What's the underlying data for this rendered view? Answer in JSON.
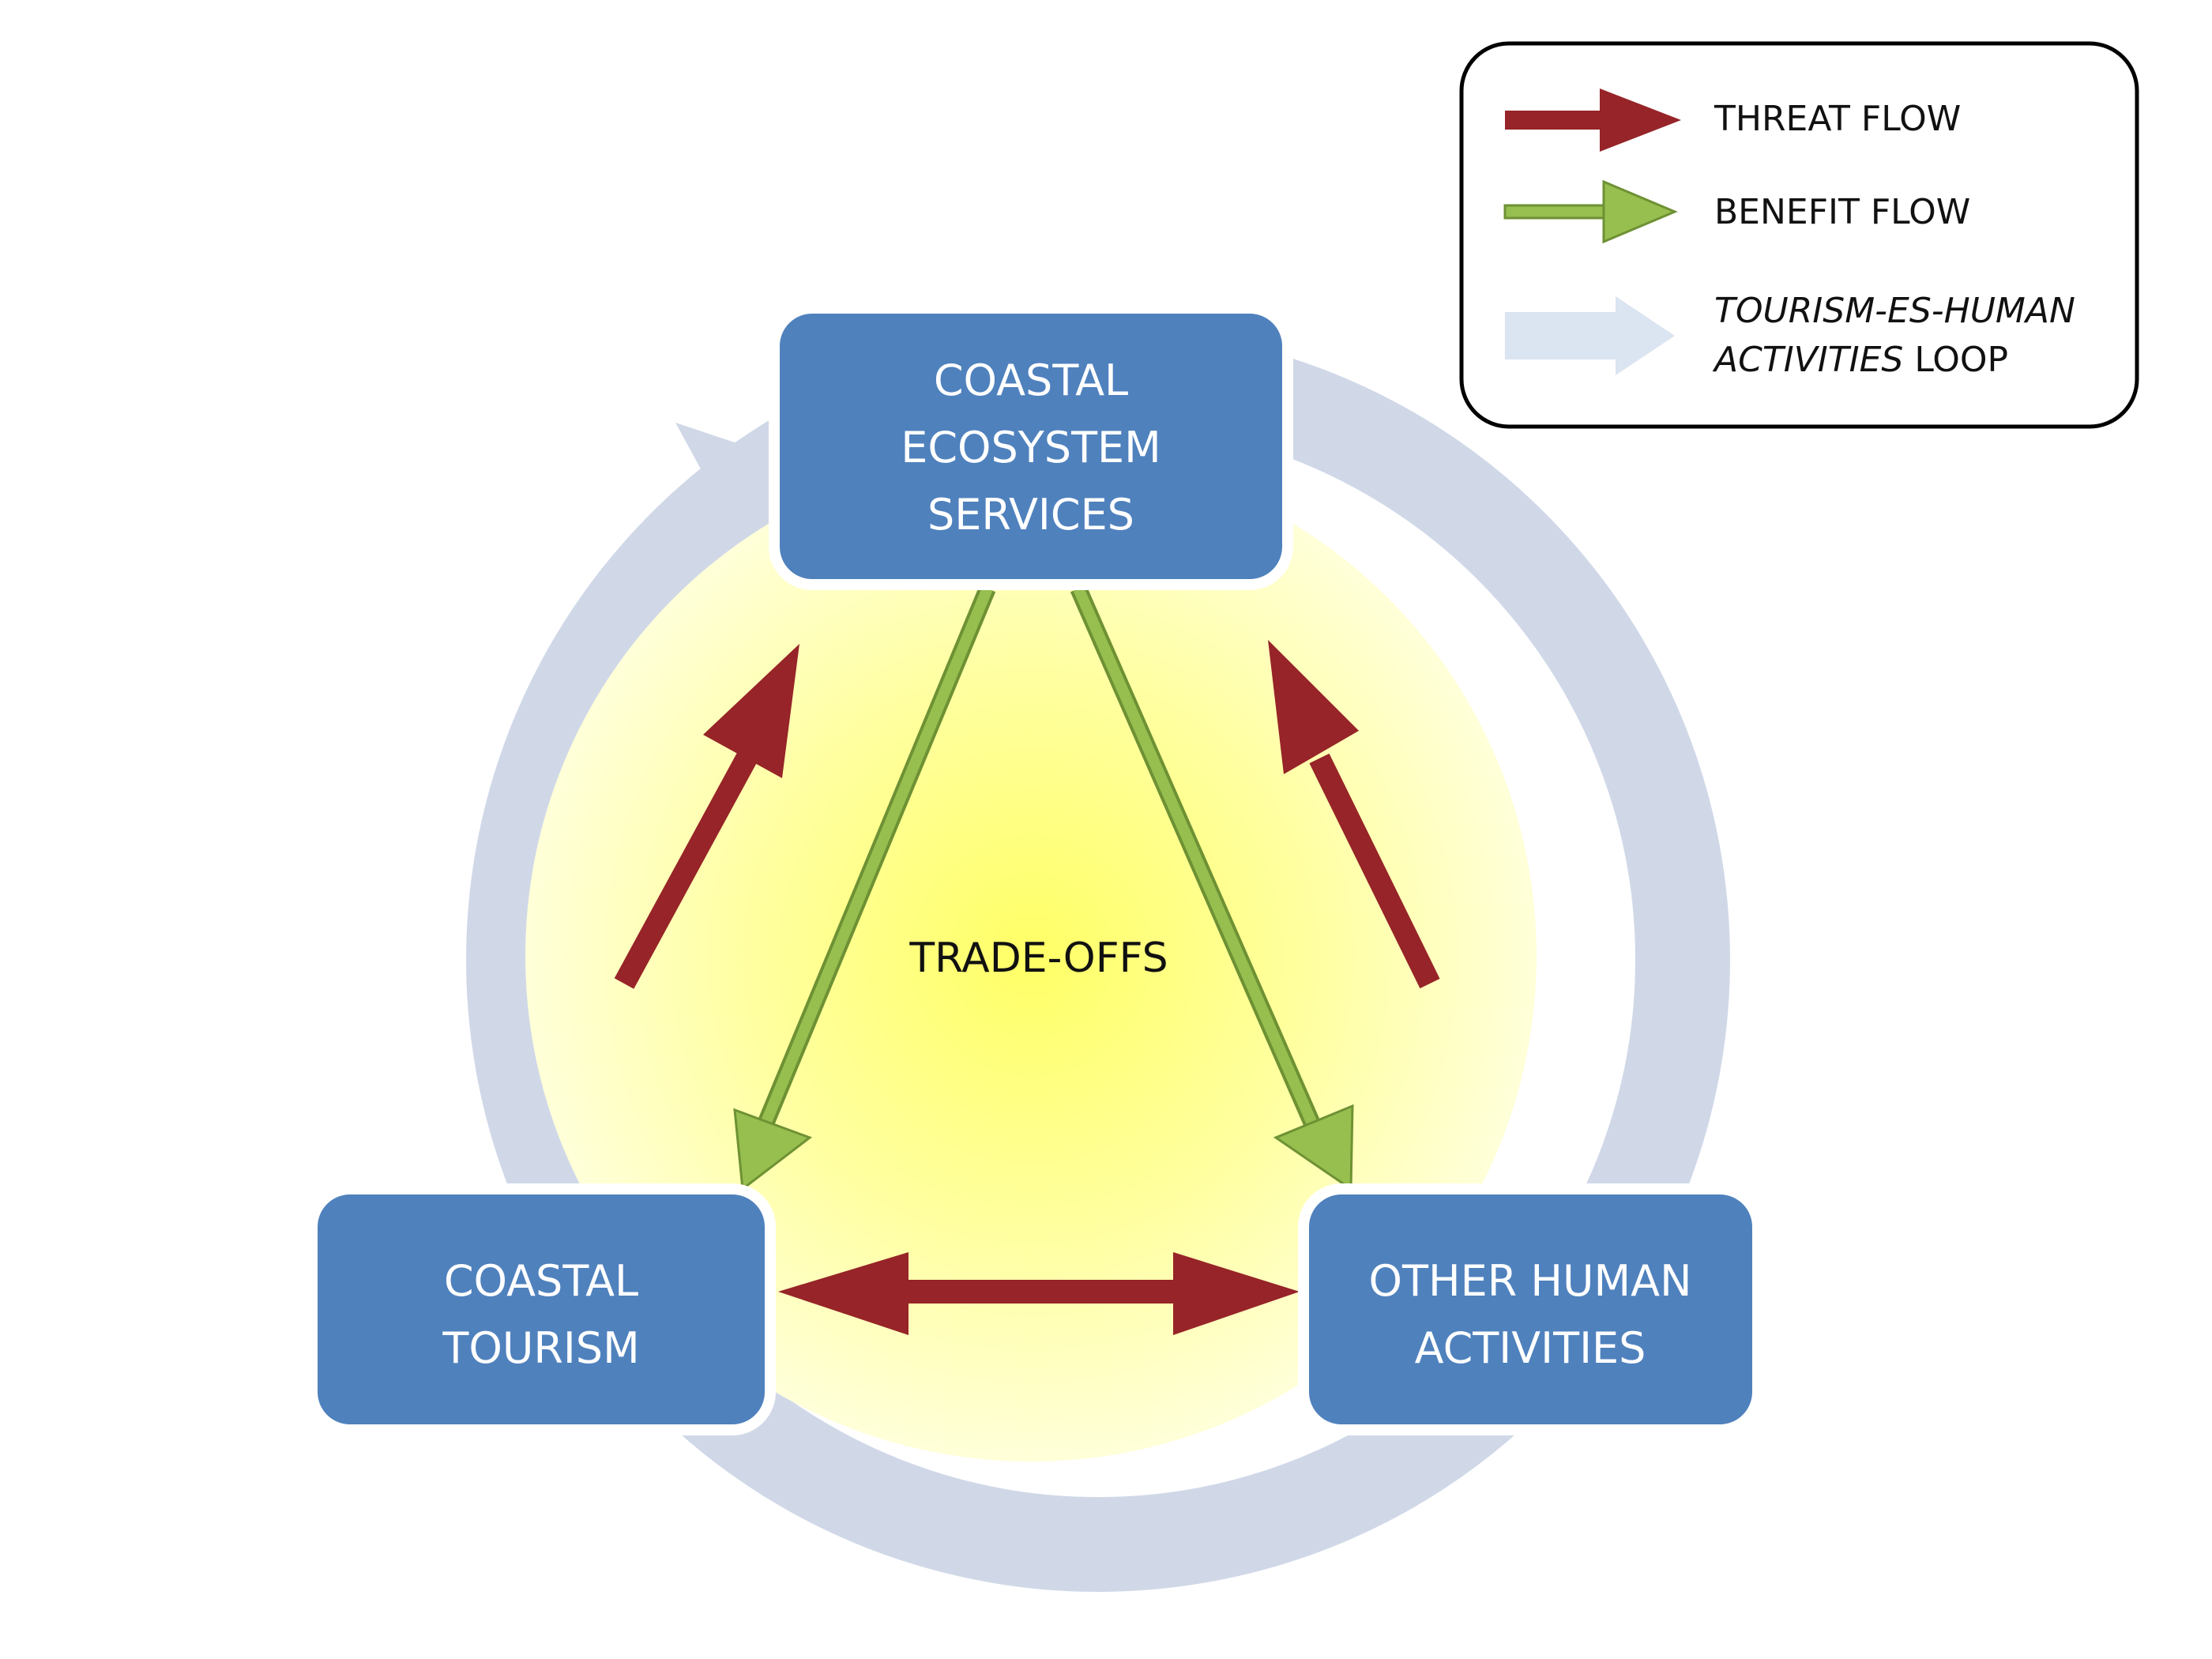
{
  "nodes": {
    "ecosystem_services": {
      "lines": [
        "COASTAL",
        "ECOSYSTEM",
        "SERVICES"
      ]
    },
    "coastal_tourism": {
      "lines": [
        "COASTAL",
        "TOURISM"
      ]
    },
    "other_activities": {
      "lines": [
        "OTHER HUMAN",
        "ACTIVITIES"
      ]
    }
  },
  "center_label": "TRADE-OFFS",
  "legend": {
    "threat": "THREAT FLOW",
    "benefit": "BENEFIT FLOW",
    "loop_line1": "TOURISM-ES-HUMAN",
    "loop_line2_italic": "ACTIVITIES",
    "loop_line2_rest": " LOOP"
  },
  "colors": {
    "node_fill": "#4f81bd",
    "threat": "#962428",
    "benefit": "#97bf4f",
    "benefit_outline": "#6e9134",
    "loop": "#d0d8e8",
    "legend_loop": "#dbe5f1",
    "glow_center": "#ffff66",
    "glow_edge": "#ffffd9"
  },
  "icons": {
    "threat": "threat-arrow-icon",
    "benefit": "benefit-arrow-icon",
    "loop": "loop-arrow-icon"
  }
}
